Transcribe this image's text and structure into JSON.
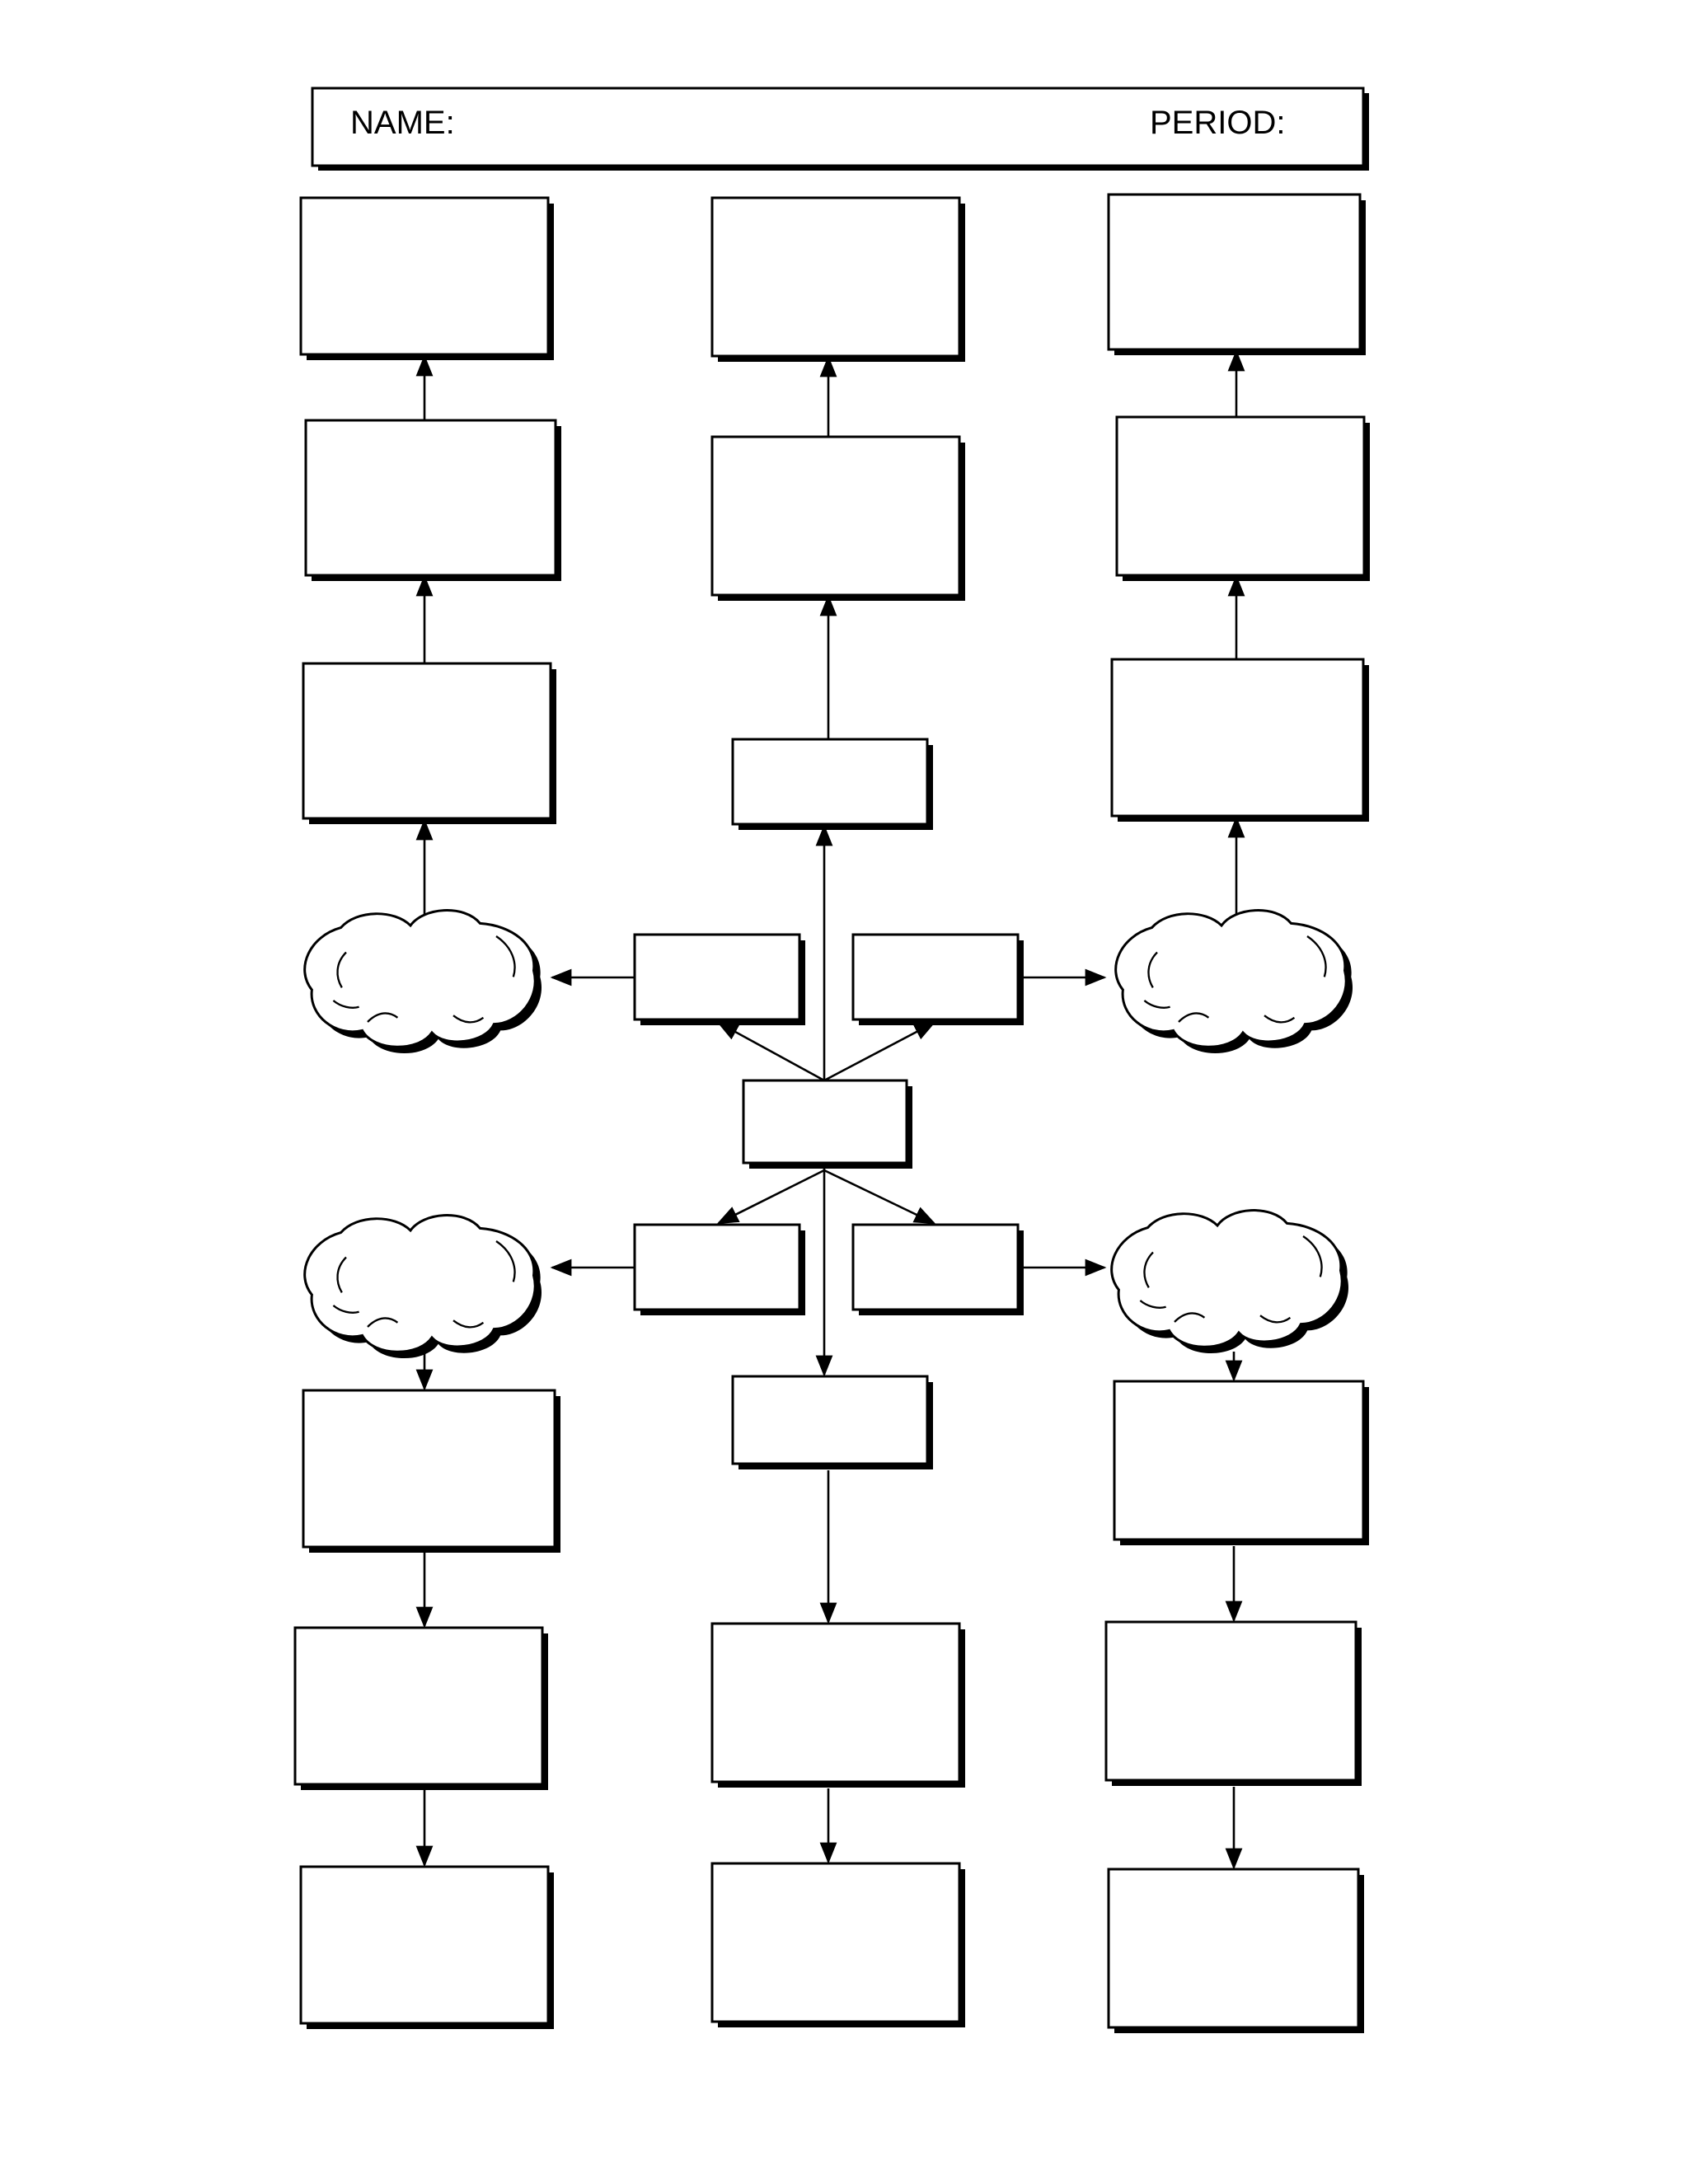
{
  "header": {
    "name_label": "NAME:",
    "period_label": "PERIOD:"
  },
  "diagram": {
    "ink_color": "#000000",
    "paper_color": "#ffffff",
    "shape_style": "boxes and clouds with drop shadows",
    "connector_style": "straight lines with filled arrowheads",
    "box_count": 24,
    "cloud_count": 4
  }
}
